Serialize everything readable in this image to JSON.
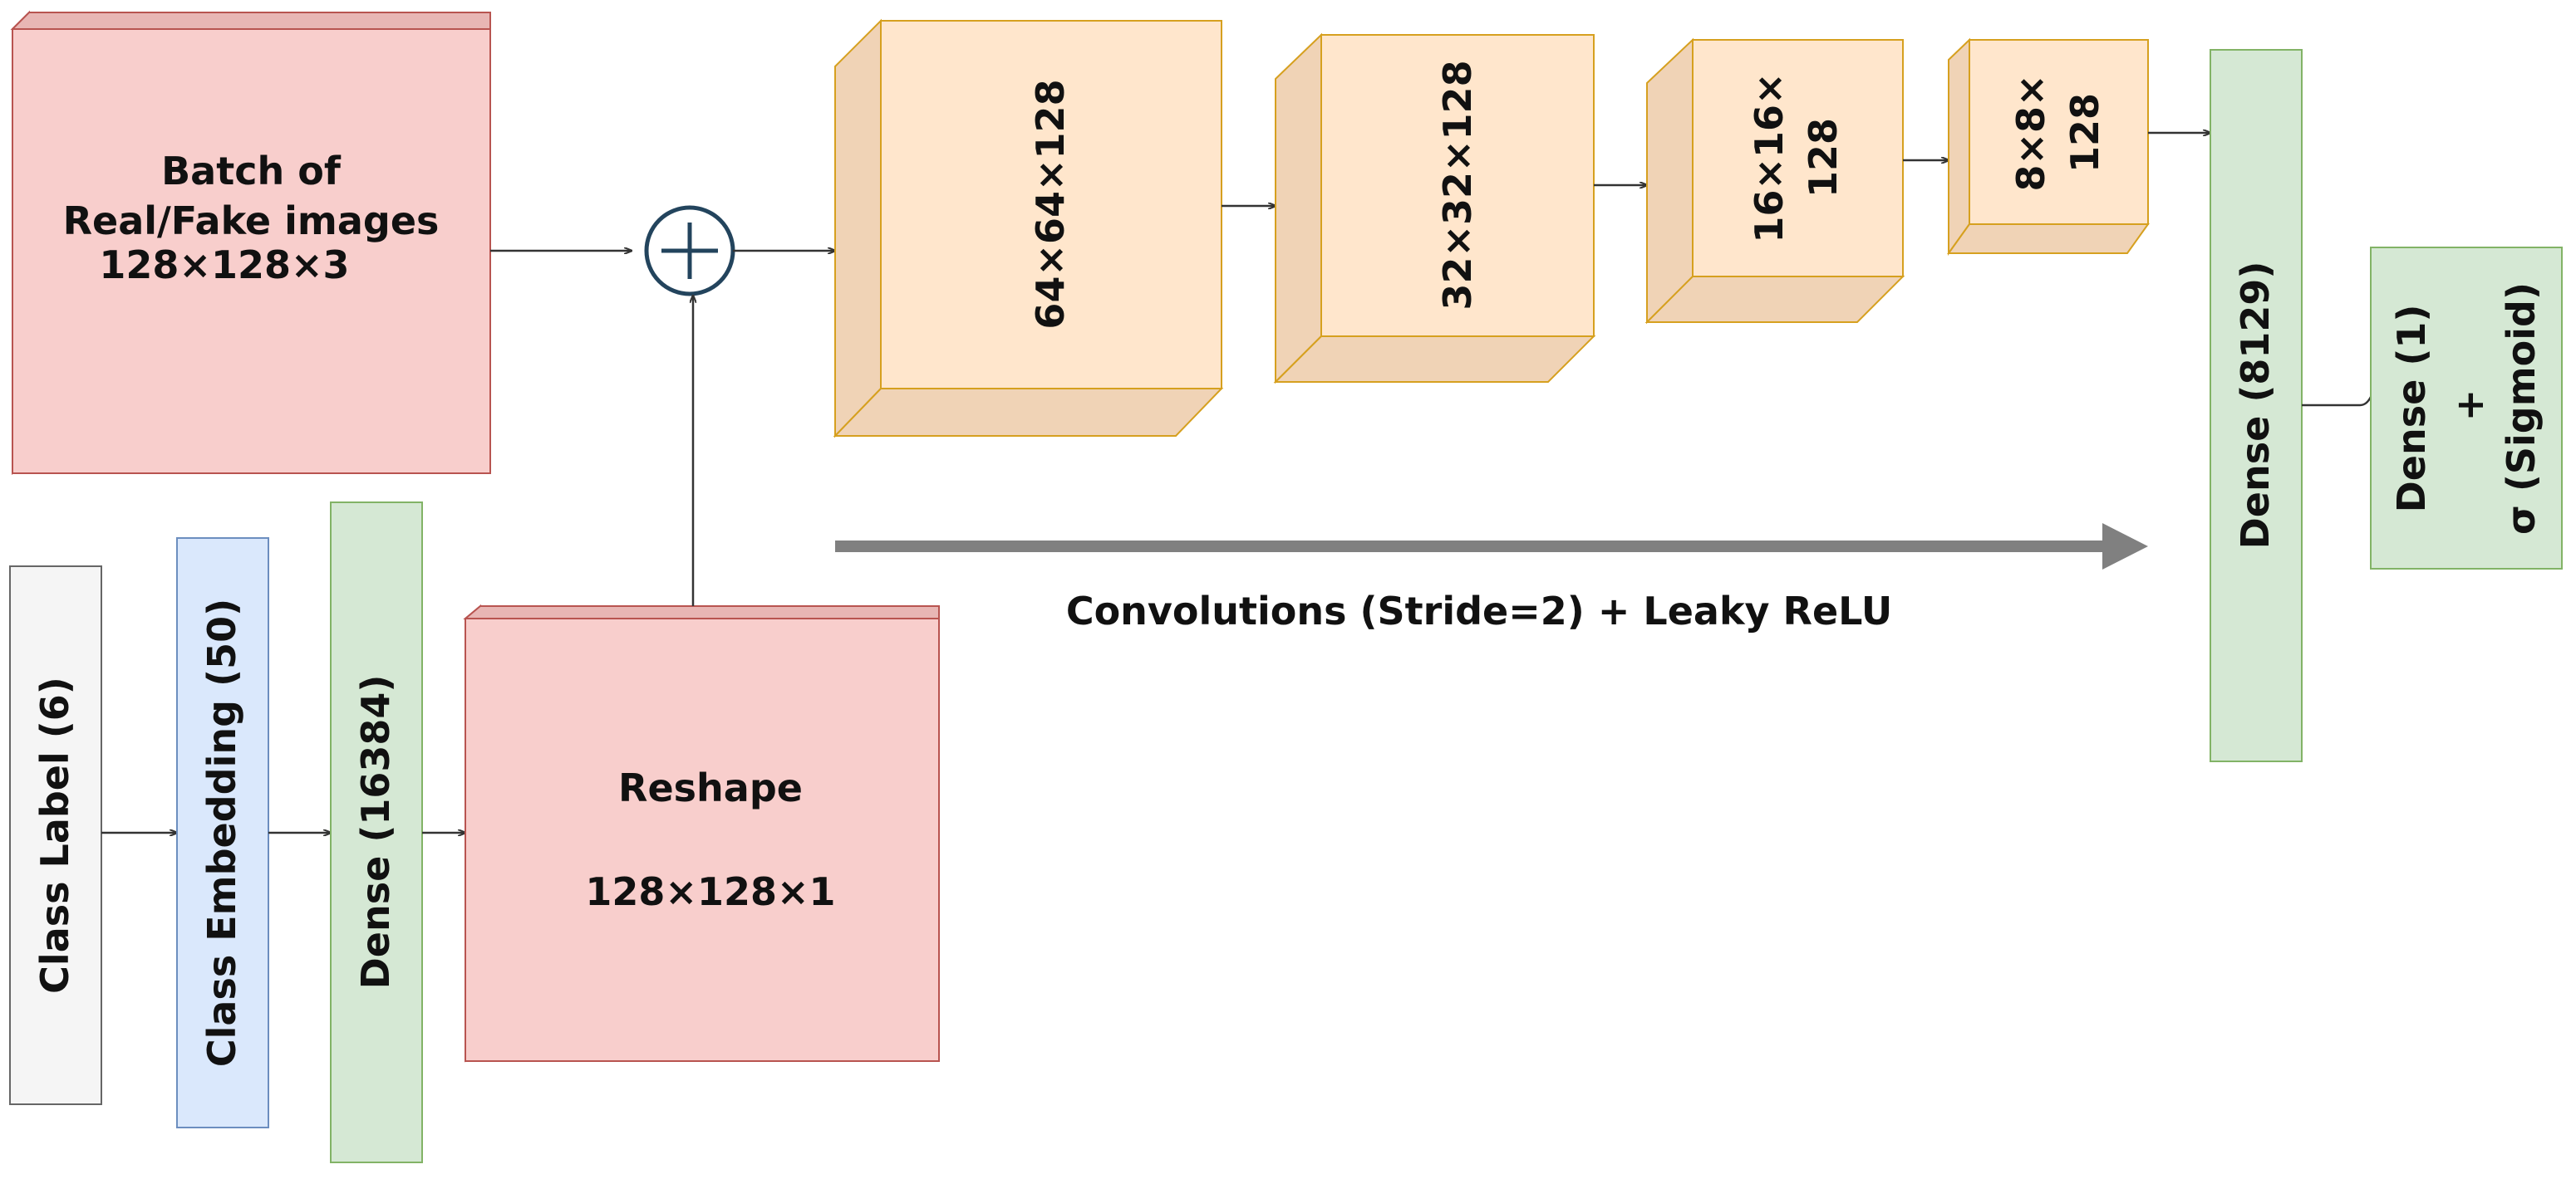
{
  "diagram": {
    "input_image": {
      "lines": [
        "Batch of",
        "Real/Fake images",
        "128×128×3"
      ]
    },
    "class_label": "Class Label (6)",
    "class_embedding": "Class Embedding (50)",
    "dense_embed": "Dense (16384)",
    "reshape": {
      "title": "Reshape",
      "shape": "128×128×1"
    },
    "conv_blocks": [
      {
        "lines": [
          "64×64×128"
        ]
      },
      {
        "lines": [
          "32×32×128"
        ]
      },
      {
        "lines": [
          "16×16×",
          "128"
        ]
      },
      {
        "lines": [
          "8×8×",
          "128"
        ]
      }
    ],
    "conv_caption": "Convolutions (Stride=2) + Leaky ReLU",
    "dense_hidden": "Dense (8129)",
    "dense_output": {
      "lines": [
        "Dense (1)",
        "+",
        "σ (Sigmoid)"
      ]
    },
    "concat_symbol": "+",
    "colors": {
      "pink_fill": "#f8cecc",
      "pink_side": "#e8b6b4",
      "pink_stroke": "#b85450",
      "orange_fill": "#ffe6cc",
      "orange_side": "#f0d3b6",
      "orange_stroke": "#d6a01f",
      "green_fill": "#d5e8d4",
      "green_stroke": "#82b366",
      "blue_fill": "#dae8fc",
      "blue_stroke": "#6c8ebf",
      "gray_fill": "#f5f5f5",
      "gray_stroke": "#666666",
      "arrow": "#333333",
      "big_arrow": "#808080",
      "circle": "#23445d"
    }
  }
}
